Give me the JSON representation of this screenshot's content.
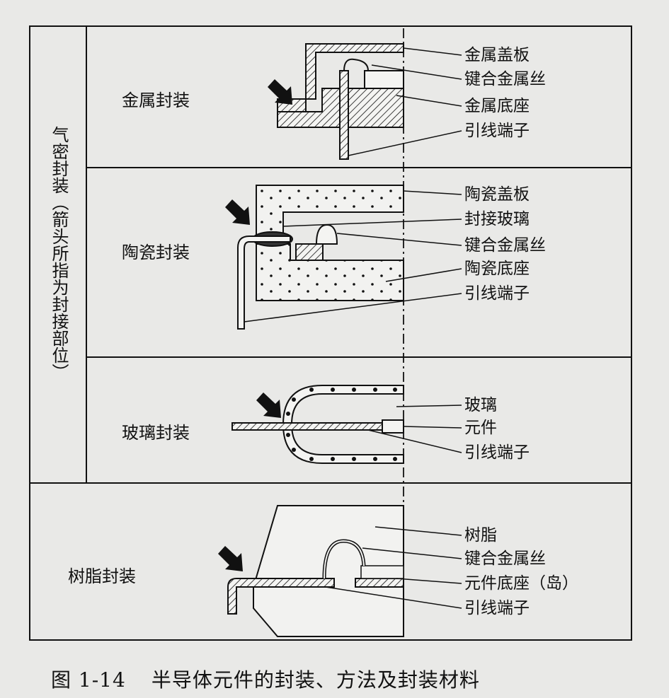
{
  "vertical_label": "气密封装（箭头所指为封接部位）",
  "rows": [
    {
      "title": "金属封装",
      "parts": [
        "金属盖板",
        "键合金属丝",
        "金属底座",
        "引线端子"
      ]
    },
    {
      "title": "陶瓷封装",
      "parts": [
        "陶瓷盖板",
        "封接玻璃",
        "键合金属丝",
        "陶瓷底座",
        "引线端子"
      ]
    },
    {
      "title": "玻璃封装",
      "parts": [
        "玻璃",
        "元件",
        "引线端子"
      ]
    },
    {
      "title": "树脂封装",
      "parts": [
        "树脂",
        "键合金属丝",
        "元件底座（岛）",
        "引线端子"
      ]
    }
  ],
  "caption": {
    "number": "图 1-14",
    "text": "半导体元件的封装、方法及封装材料"
  }
}
